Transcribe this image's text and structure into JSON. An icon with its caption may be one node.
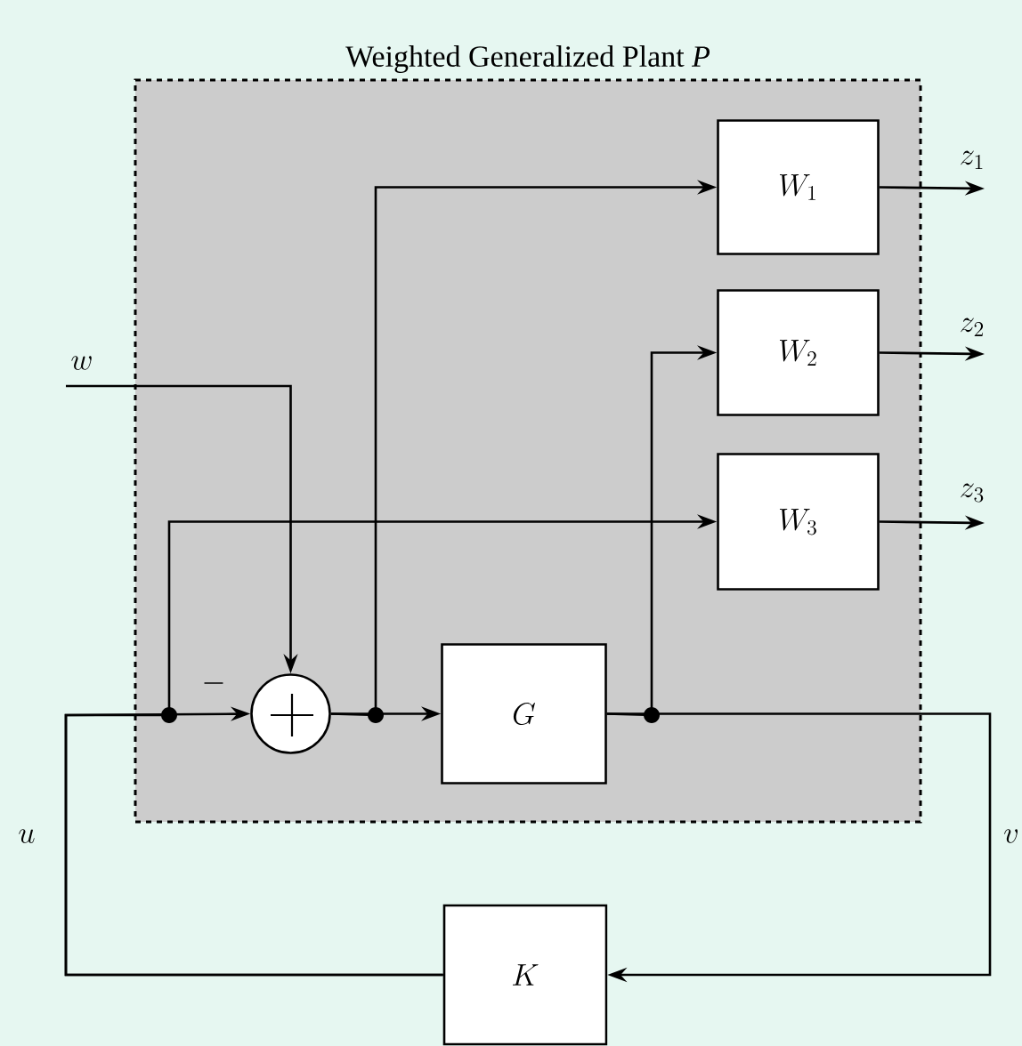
{
  "diagram": {
    "nodes": [
      {
        "text": [
          "Weighted Generalized Plant *P*"
        ]
      },
      {
        "text": [
          "W_1"
        ],
        "in": 0
      },
      {
        "text": [
          "W_2"
        ],
        "in": 0
      },
      {
        "text": [
          "W_3"
        ],
        "in": 0
      },
      {
        "text": [],
        "shape": "circle",
        "in": 0
      },
      {
        "text": [
          "G"
        ],
        "in": 0
      },
      {
        "text": [
          "K"
        ]
      }
    ],
    "edges": [
      {
        "from": null,
        "to": 4,
        "arrow": "to",
        "label": "w"
      },
      {
        "from": 6,
        "to": 4,
        "arrow": "to",
        "label": "u"
      },
      {
        "from": 4,
        "to": 5,
        "arrow": "to"
      },
      {
        "from": 4,
        "to": 1,
        "arrow": "to"
      },
      {
        "from": 5,
        "to": 6,
        "arrow": "to",
        "label": "v"
      },
      {
        "from": 5,
        "to": 2,
        "arrow": "to"
      },
      {
        "from": 6,
        "to": 3,
        "arrow": "to"
      },
      {
        "from": 1,
        "to": null,
        "arrow": "to",
        "label": "z_1"
      },
      {
        "from": 2,
        "to": null,
        "arrow": "to",
        "label": "z_2"
      },
      {
        "from": 3,
        "to": null,
        "arrow": "to",
        "label": "z_3"
      }
    ],
    "labels": [
      "-"
    ]
  }
}
